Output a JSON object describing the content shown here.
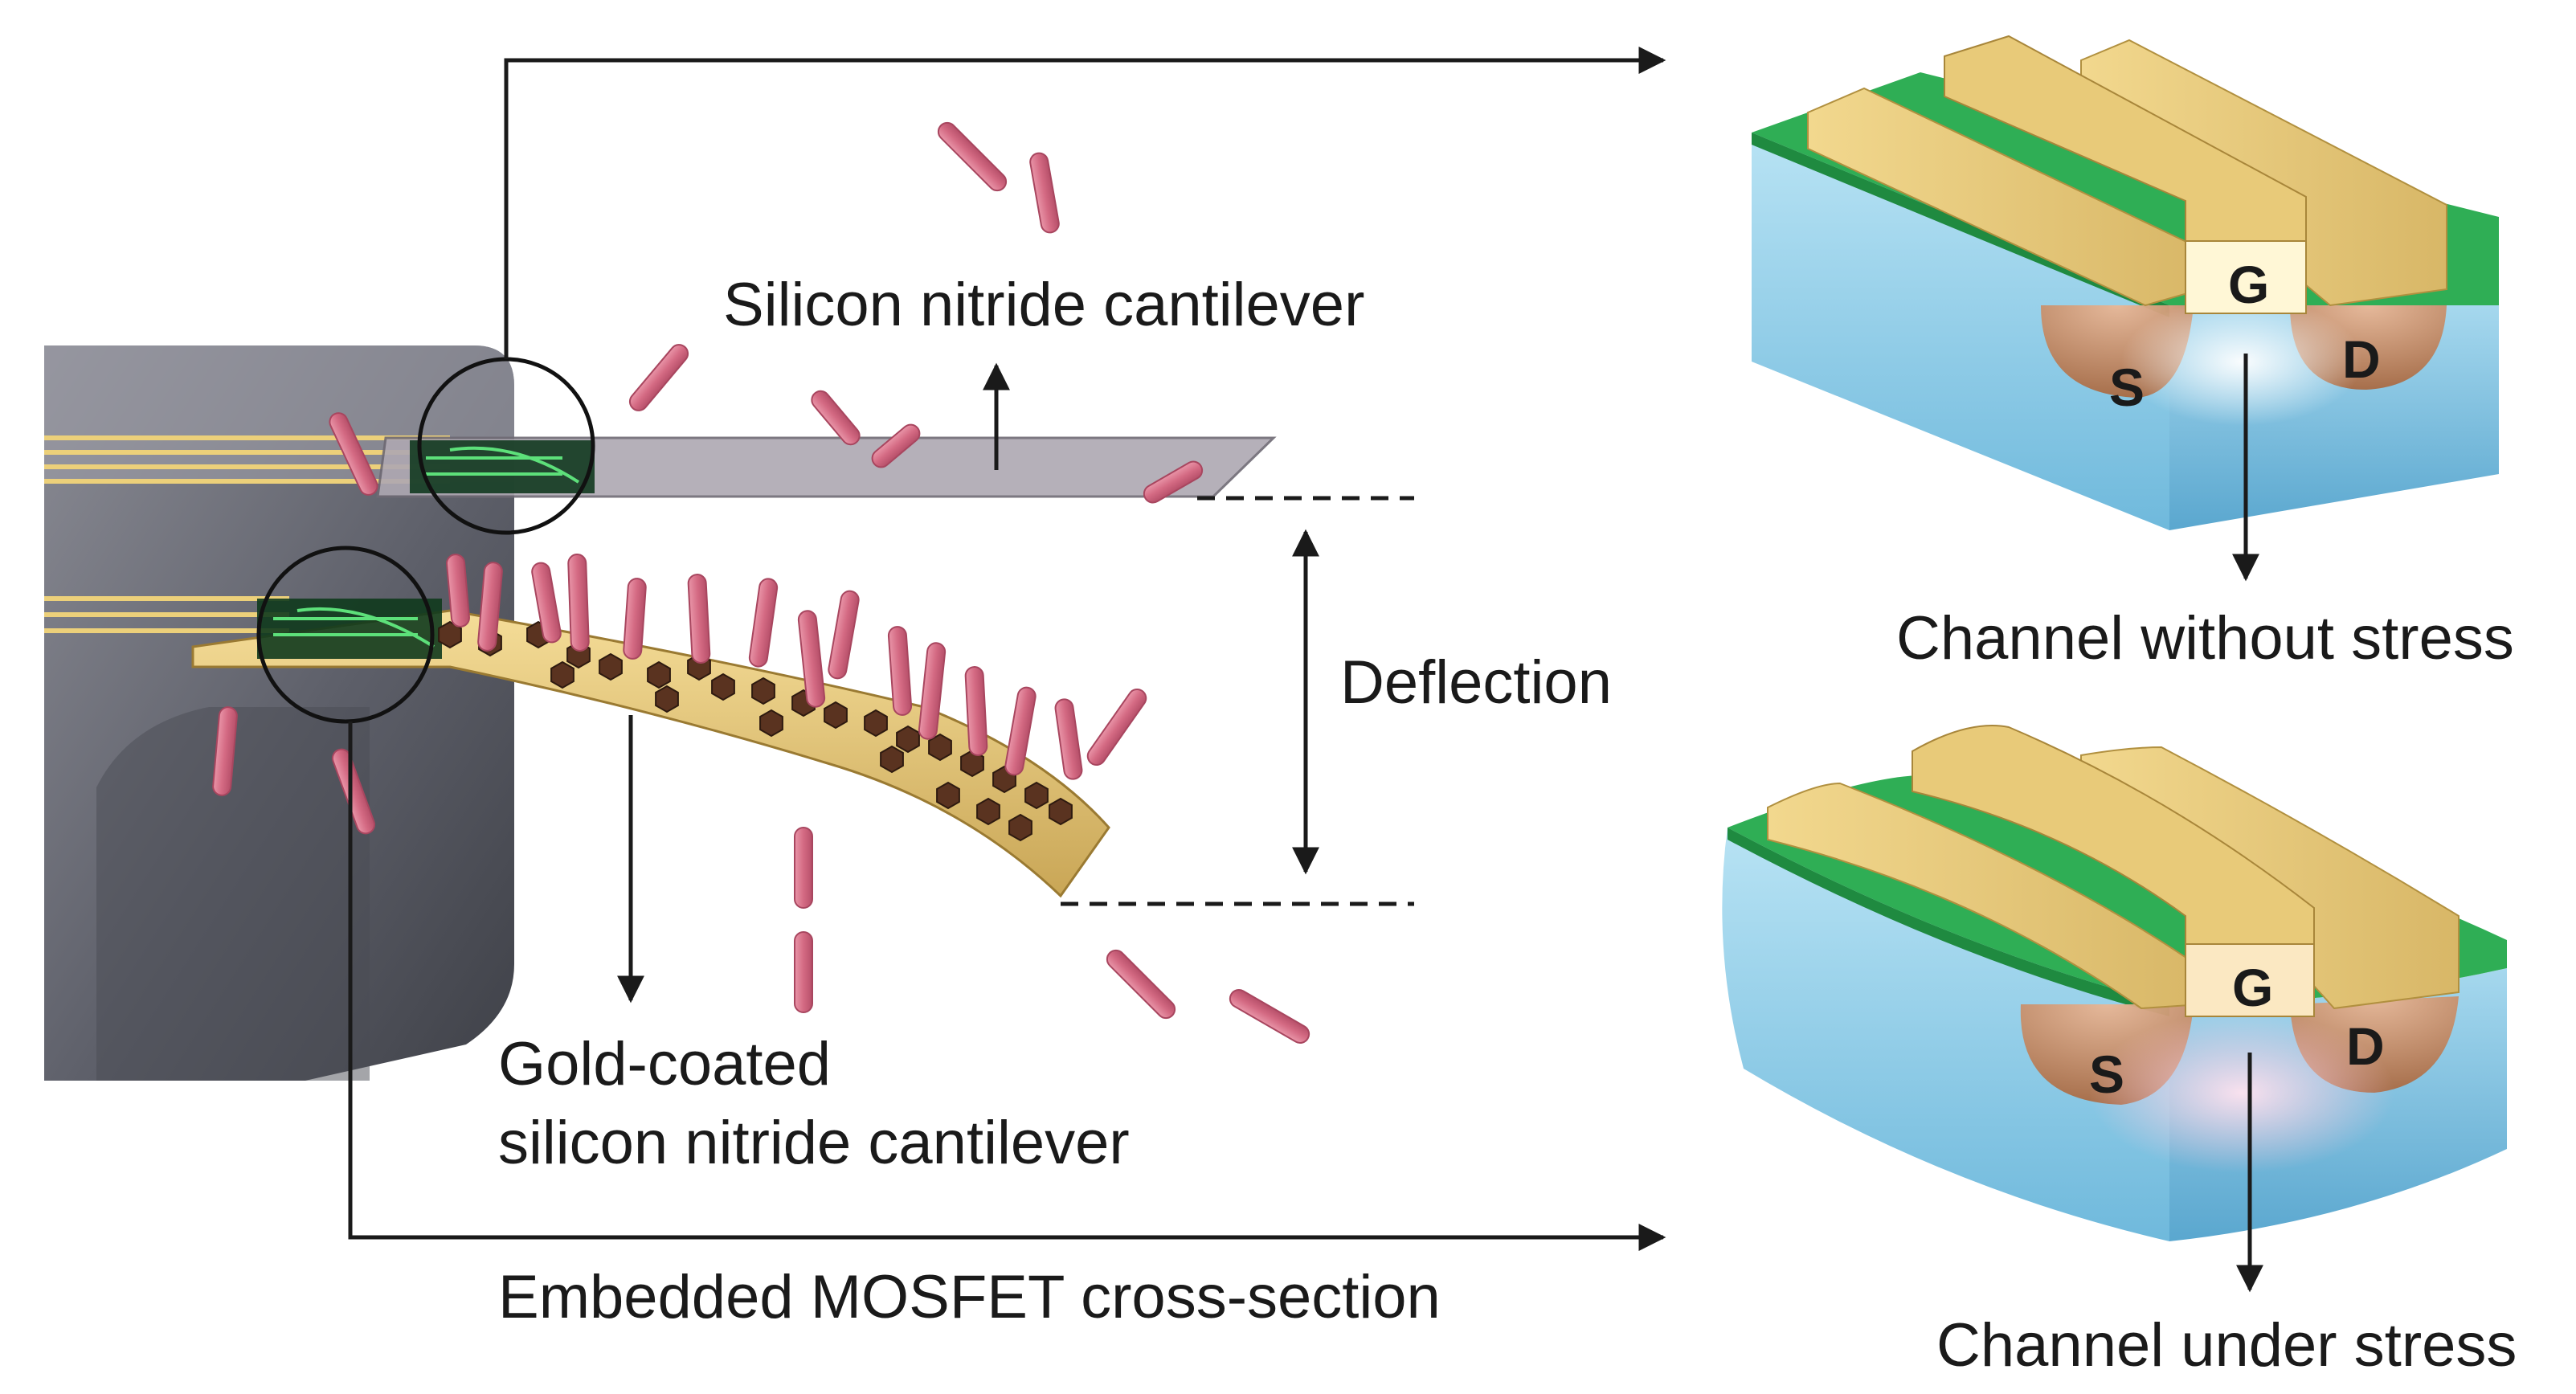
{
  "labels": {
    "silicon_nitride_cantilever": "Silicon nitride cantilever",
    "deflection": "Deflection",
    "gold_coated_line1": "Gold-coated",
    "gold_coated_line2": "silicon nitride cantilever",
    "embedded_mosfet": "Embedded MOSFET cross-section",
    "channel_without_stress": "Channel without stress",
    "channel_under_stress": "Channel under stress"
  },
  "terminals": {
    "gate": "G",
    "source": "S",
    "drain": "D"
  },
  "colors": {
    "silicon_block": "#5b5d66",
    "nitride_cantilever": "#a9a4ad",
    "gold": "#e0c174",
    "oxide_green": "#2fae55",
    "substrate_blue": "#8fcde6",
    "doped_region": "#b97a4f",
    "molecule_pink": "#d9768d",
    "receptor_brown": "#5a3320"
  }
}
